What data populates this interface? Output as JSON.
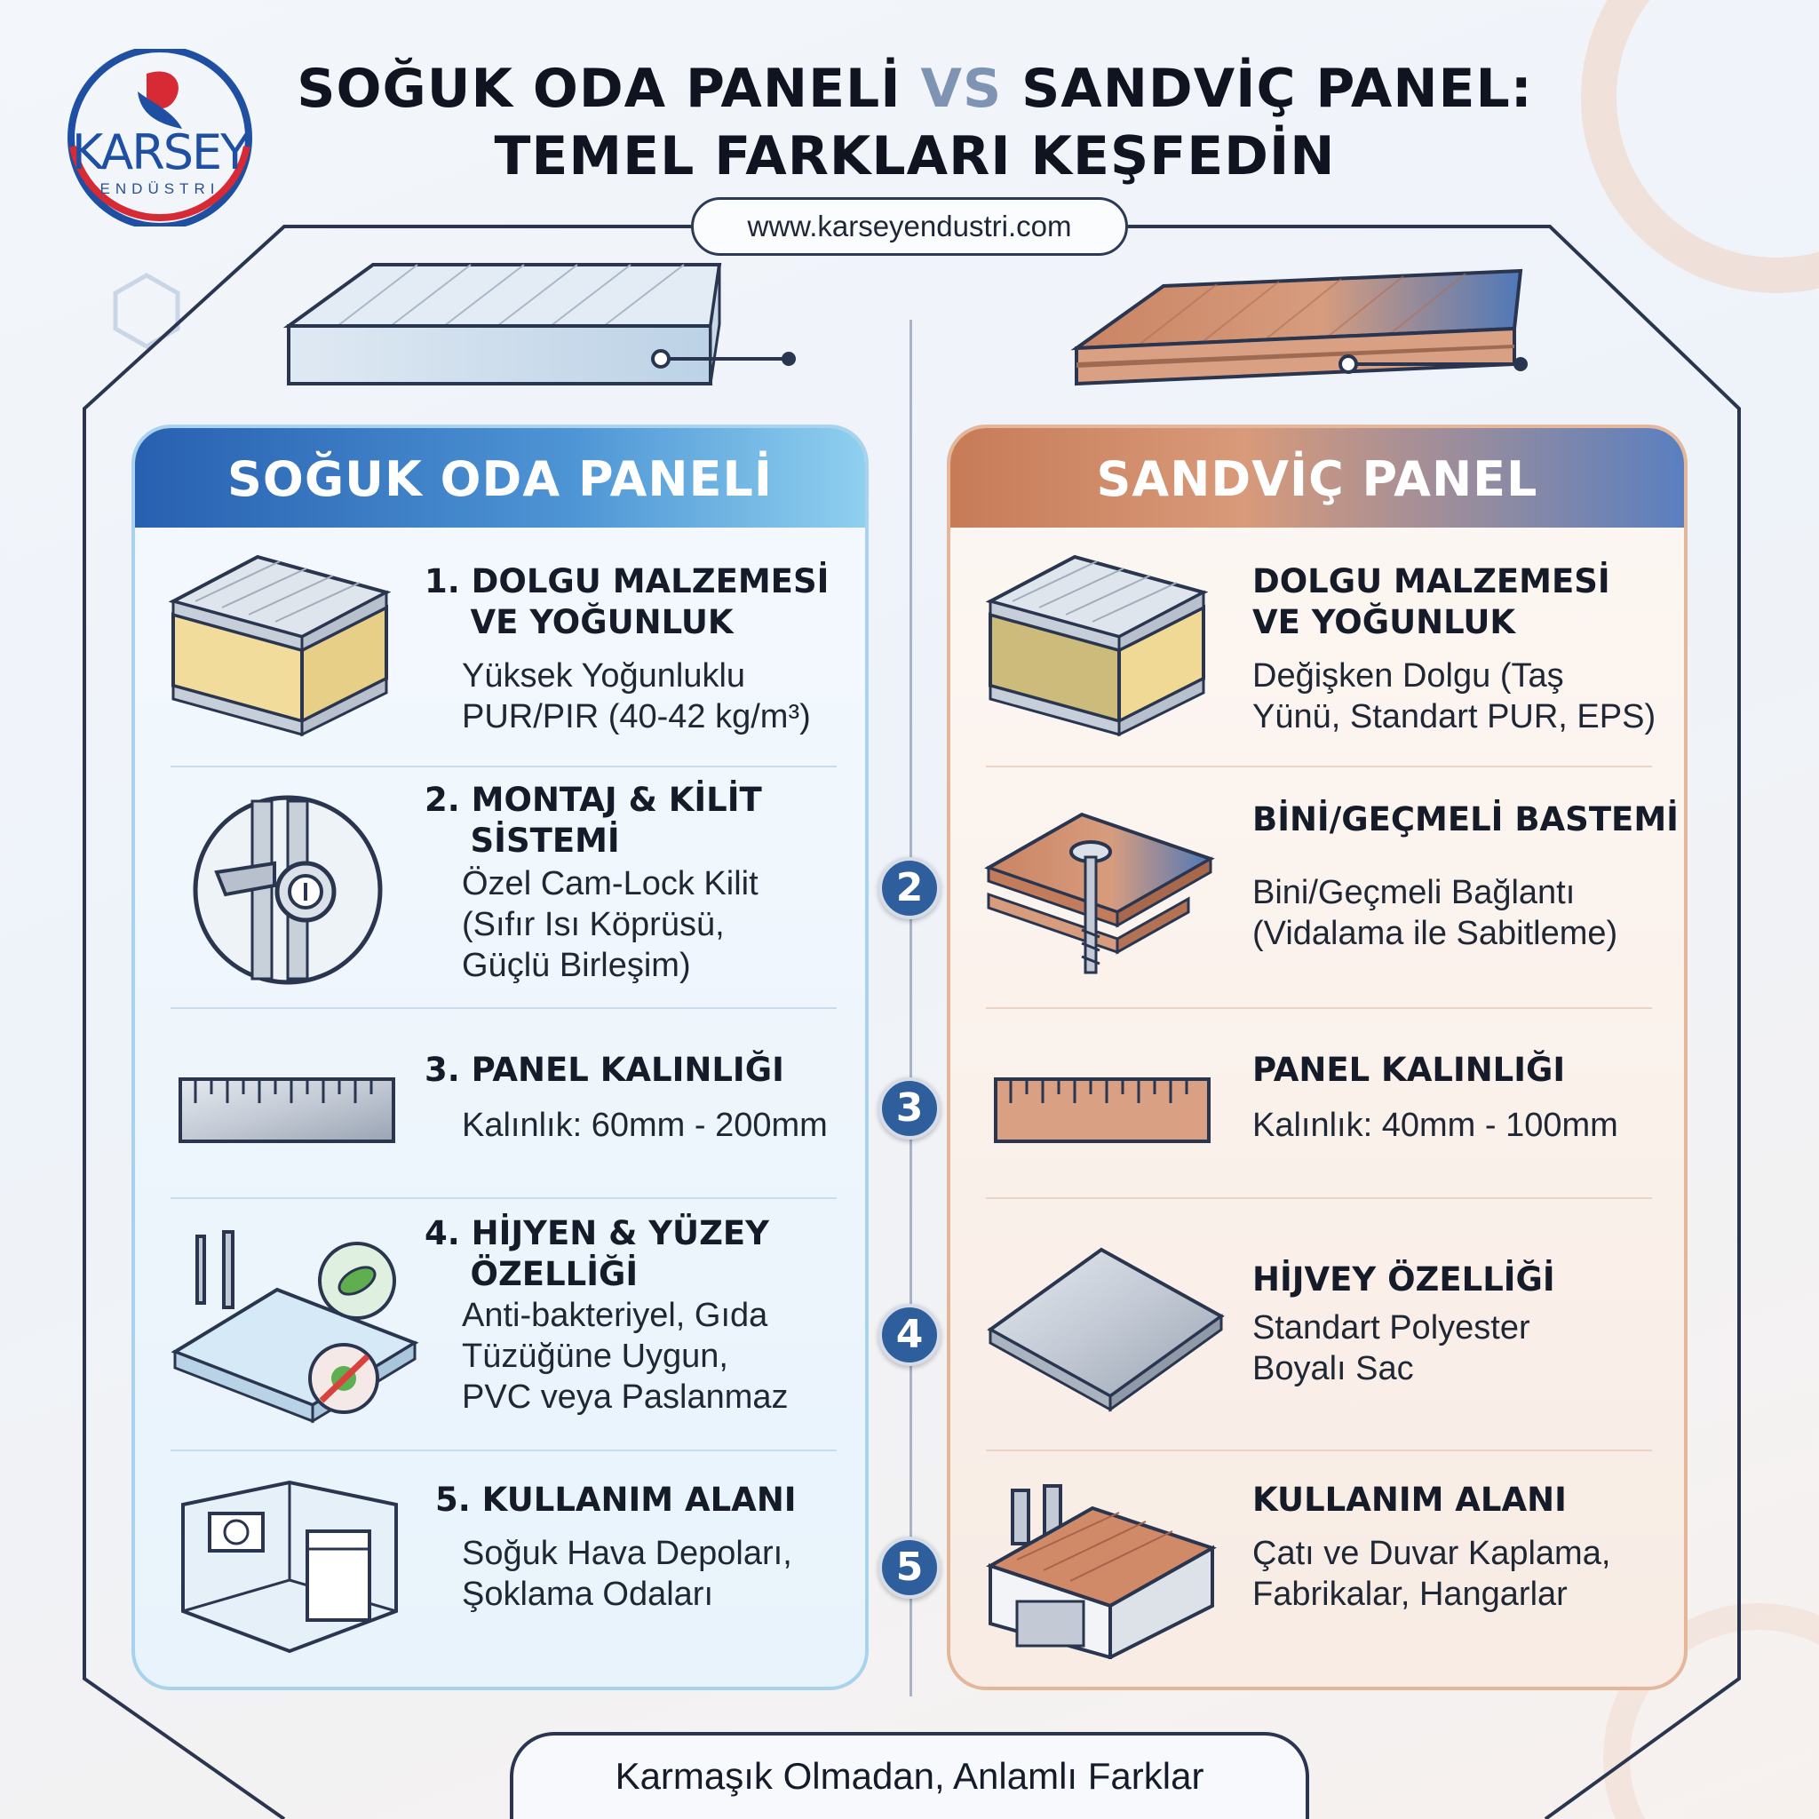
{
  "brand": {
    "logo_text": "KARSEY",
    "logo_sub": "ENDÜSTRI"
  },
  "header": {
    "title_part1": "SOĞUK ODA PANELİ",
    "title_vs": "VS",
    "title_part2": "SANDVİÇ PANEL:",
    "title_line2": "TEMEL FARKLARI KEŞFEDİN",
    "url": "www.karseyendustri.com"
  },
  "numbers": [
    "2",
    "3",
    "4",
    "5"
  ],
  "left": {
    "heading": "SOĞUK ODA PANELİ",
    "items": [
      {
        "title": "1. DOLGU MALZEMESİ\n    VE YOĞUNLUK",
        "desc": "Yüksek Yoğunluklu\nPUR/PIR (40-42 kg/m³)",
        "icon": "foam-panel-icon"
      },
      {
        "title": "2. MONTAJ & KİLİT\n    SİSTEMİ",
        "desc": "Özel Cam-Lock Kilit\n(Sıfır Isı Köprüsü,\nGüçlü Birleşim)",
        "icon": "cam-lock-icon"
      },
      {
        "title": "3. PANEL KALINLIĞI",
        "desc": "Kalınlık: 60mm - 200mm",
        "icon": "ruler-icon"
      },
      {
        "title": "4. HİJYEN & YÜZEY\n    ÖZELLİĞİ",
        "desc": "Anti-bakteriyel, Gıda\nTüzüğüne Uygun,\nPVC veya Paslanmaz",
        "icon": "hygiene-surface-icon"
      },
      {
        "title": "5. KULLANIM ALANI",
        "desc": "Soğuk Hava Depoları,\nŞoklama Odaları",
        "icon": "cold-room-icon"
      }
    ]
  },
  "right": {
    "heading": "SANDVİÇ PANEL",
    "items": [
      {
        "title": "DOLGU MALZEMESİ\nVE YOĞUNLUK",
        "desc": "Değişken Dolgu (Taş\nYünü, Standart PUR, EPS)",
        "icon": "rockwool-panel-icon"
      },
      {
        "title": "BİNİ/GEÇMELİ BASTEMİ",
        "desc": "Bini/Geçmeli Bağlantı\n(Vidalama ile Sabitleme)",
        "icon": "screw-joint-icon"
      },
      {
        "title": "PANEL KALINLIĞI",
        "desc": "Kalınlık: 40mm - 100mm",
        "icon": "ruler-icon"
      },
      {
        "title": "HİJVEY ÖZELLİĞİ",
        "desc": "Standart Polyester\nBoyalı Sac",
        "icon": "metal-sheet-icon"
      },
      {
        "title": "KULLANIM ALANI",
        "desc": "Çatı ve Duvar Kaplama,\nFabrikalar, Hangarlar",
        "icon": "factory-icon"
      }
    ]
  },
  "footer": {
    "text": "Karmaşık Olmadan, Anlamlı Farklar"
  },
  "colors": {
    "blue_accent": "#2760b0",
    "copper_accent": "#c77b57",
    "dark": "#151b28"
  }
}
